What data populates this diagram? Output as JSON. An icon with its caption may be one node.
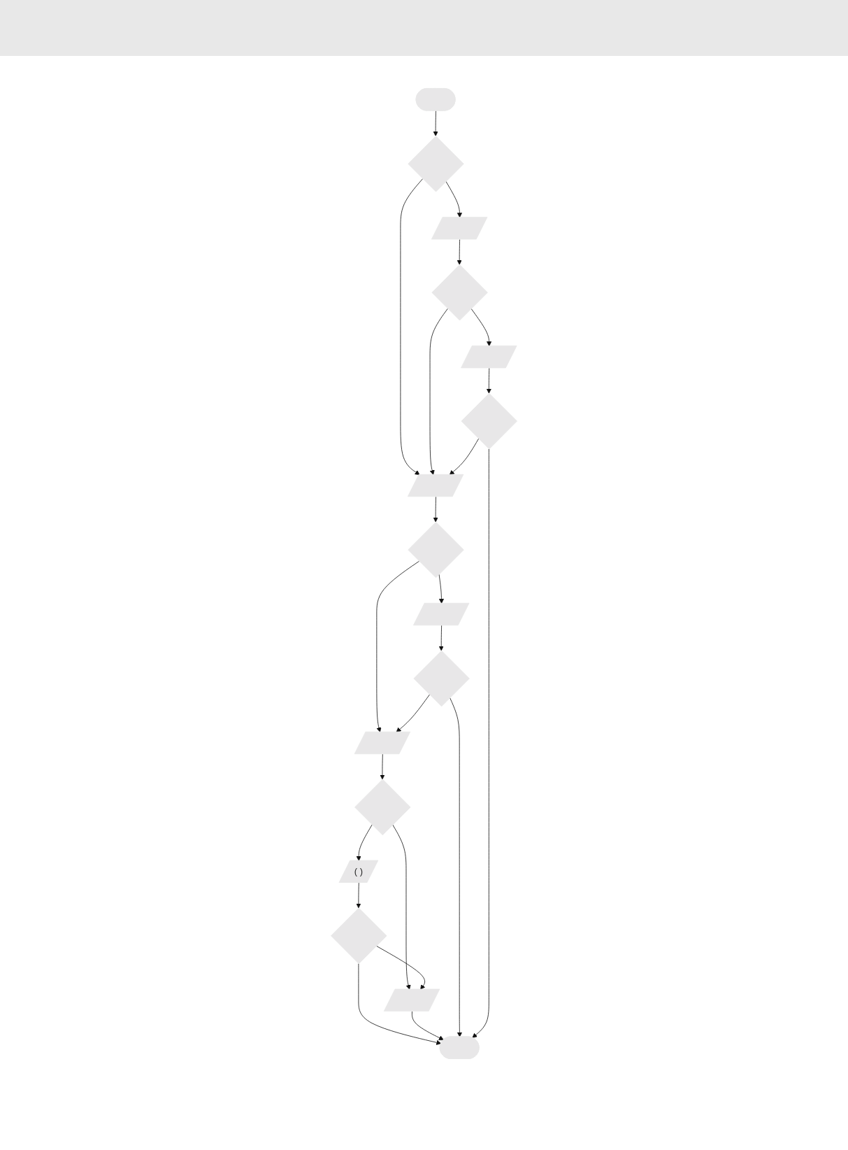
{
  "diagram": {
    "nodes": [
      {
        "text": [],
        "shape": "stadium"
      },
      {
        "text": [],
        "shape": "diamond"
      },
      {
        "text": [],
        "shape": "parallelogram"
      },
      {
        "text": [],
        "shape": "parallelogram"
      },
      {
        "text": [],
        "shape": "diamond"
      },
      {
        "text": [],
        "shape": "parallelogram"
      },
      {
        "text": [],
        "shape": "diamond"
      },
      {
        "text": [],
        "shape": "parallelogram"
      },
      {
        "text": [],
        "shape": "diamond"
      },
      {
        "text": [],
        "shape": "parallelogram"
      },
      {
        "text": [],
        "shape": "diamond"
      },
      {
        "text": [],
        "shape": "diamond"
      },
      {
        "text": [
          "( )"
        ]
      },
      {
        "text": [],
        "shape": "diamond"
      },
      {
        "text": [],
        "shape": "parallelogram"
      },
      {
        "text": [],
        "shape": "stadium"
      }
    ],
    "edges": [
      {
        "from": 0,
        "to": 1,
        "arrow": "to"
      },
      {
        "from": 1,
        "to": 3,
        "arrow": "to"
      },
      {
        "from": 1,
        "to": 2,
        "arrow": "to"
      },
      {
        "from": 2,
        "to": 4,
        "arrow": "to"
      },
      {
        "from": 4,
        "to": 3,
        "arrow": "to"
      },
      {
        "from": 4,
        "to": 7,
        "arrow": "to"
      },
      {
        "from": 3,
        "to": 6,
        "arrow": "to"
      },
      {
        "from": 6,
        "to": 5,
        "arrow": "to"
      },
      {
        "from": 6,
        "to": 9,
        "arrow": "to"
      },
      {
        "from": 5,
        "to": 8,
        "arrow": "to"
      },
      {
        "from": 8,
        "to": 9,
        "arrow": "to"
      },
      {
        "from": 7,
        "to": 10,
        "arrow": "to"
      },
      {
        "from": 10,
        "to": 3,
        "arrow": "to"
      },
      {
        "from": 9,
        "to": 11,
        "arrow": "to"
      },
      {
        "from": 11,
        "to": 12,
        "arrow": "to"
      },
      {
        "from": 11,
        "to": 14,
        "arrow": "to"
      },
      {
        "from": 12,
        "to": 13,
        "arrow": "to"
      },
      {
        "from": 13,
        "to": 14,
        "arrow": "to"
      },
      {
        "from": 13,
        "to": 15,
        "arrow": "to"
      },
      {
        "from": 14,
        "to": 15,
        "arrow": "to"
      },
      {
        "from": 8,
        "to": 15,
        "arrow": "to"
      },
      {
        "from": 10,
        "to": 15,
        "arrow": "to"
      }
    ]
  }
}
